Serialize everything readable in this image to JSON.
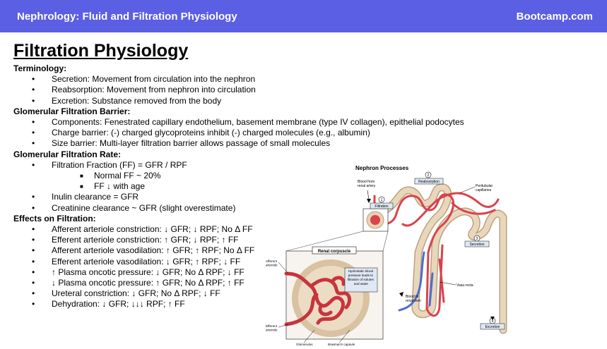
{
  "header": {
    "title": "Nephrology: Fluid and Filtration Physiology",
    "brand": "Bootcamp.com"
  },
  "page_title": "Filtration Physiology",
  "sections": [
    {
      "title": "Terminology:",
      "items": [
        {
          "text": "Secretion: Movement from circulation into the nephron"
        },
        {
          "text": "Reabsorption: Movement from nephron into circulation"
        },
        {
          "text": "Excretion: Substance removed from the body"
        }
      ]
    },
    {
      "title": "Glomerular Filtration Barrier:",
      "items": [
        {
          "text": "Components: Fenestrated capillary endothelium, basement membrane (type IV collagen), epithelial podocytes"
        },
        {
          "text": "Charge barrier: (-) charged glycoproteins inhibit (-) charged molecules (e.g., albumin)"
        },
        {
          "text": "Size barrier: Multi-layer filtration barrier allows passage of small molecules"
        }
      ]
    },
    {
      "title": "Glomerular Filtration Rate:",
      "items": [
        {
          "text": "Filtration Fraction (FF) = GFR / RPF",
          "sub": [
            "Normal FF ~ 20%",
            "FF ↓ with age"
          ]
        },
        {
          "text": "Inulin clearance = GFR"
        },
        {
          "text": "Creatinine clearance ~ GFR (slight overestimate)"
        }
      ]
    },
    {
      "title": "Effects on Filtration:",
      "items": [
        {
          "text": "Afferent arteriole constriction: ↓ GFR; ↓ RPF; No Δ FF"
        },
        {
          "text": "Efferent arteriole constriction: ↑ GFR; ↓ RPF; ↑ FF"
        },
        {
          "text": "Afferent arteriole vasodilation: ↑ GFR; ↑ RPF; No Δ FF"
        },
        {
          "text": "Efferent arteriole vasodilation: ↓ GFR; ↑ RPF; ↓ FF"
        },
        {
          "text": "↑ Plasma oncotic pressure: ↓ GFR; No Δ RPF; ↓ FF"
        },
        {
          "text": "↓ Plasma oncotic pressure: ↑ GFR; No Δ RPF; ↑ FF"
        },
        {
          "text": "Ureteral constriction: ↓ GFR; No Δ RPF; ↓ FF"
        },
        {
          "text": "Dehydration: ↓ GFR; ↓↓↓ RPF; ↑ FF"
        }
      ]
    }
  ],
  "diagram": {
    "title": "Nephron Processes",
    "blood_from_artery": [
      "Blood from",
      "renal artery"
    ],
    "filtration": {
      "number": "1",
      "label": "Filtration"
    },
    "reabsorption": {
      "number": "2",
      "label": "Reabsorption"
    },
    "secretion": {
      "number": "3",
      "label": "Secretion"
    },
    "excretion": {
      "number": "4",
      "label": "Excretion"
    },
    "peritubular": [
      "Peritubular",
      "capillaries"
    ],
    "vasa_recta": "Vasa recta",
    "blood_to_vein": [
      "Blood to",
      "renal vein"
    ],
    "renal_corpuscle": "Renal corpuscle",
    "afferent": [
      "Afferent",
      "arteriole"
    ],
    "efferent": [
      "Efferent",
      "arteriole"
    ],
    "hydrostatic": [
      "Hydrostatic blood",
      "pressure leads to",
      "filtration of solutes",
      "and water"
    ],
    "glomerulus": "Glomerulus",
    "bowmans": "Bowman's capsule"
  },
  "colors": {
    "header_bg": "#5b5fe3",
    "artery": "#d9434b",
    "vein": "#4a6fd0",
    "tubule": "#e8d2b4"
  }
}
